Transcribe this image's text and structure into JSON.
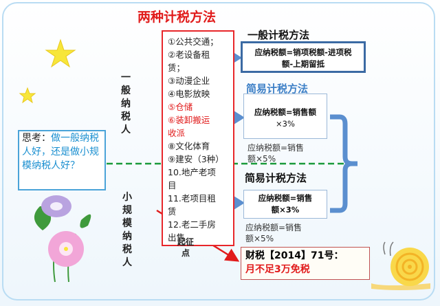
{
  "title": "两种计税方法",
  "general_taxpayer_label": "一般纳税人",
  "small_taxpayer_label": "小规模纳税人",
  "items": [
    {
      "text": "①公共交通；",
      "red": false
    },
    {
      "text": "②老设备租",
      "red": false
    },
    {
      "text": "赁；",
      "red": false
    },
    {
      "text": "③动漫企业",
      "red": false
    },
    {
      "text": "④电影放映",
      "red": false
    },
    {
      "text": "⑤仓储",
      "red": true
    },
    {
      "text": "⑥装卸搬运",
      "red": true
    },
    {
      "text": "收派",
      "red": true
    },
    {
      "text": "⑧文化体育",
      "red": false
    },
    {
      "text": "⑨建安（3种）",
      "red": false
    },
    {
      "text": "10.地产老项",
      "red": false
    },
    {
      "text": "目",
      "red": false
    },
    {
      "text": "11.老项目租",
      "red": false
    },
    {
      "text": "赁",
      "red": false
    },
    {
      "text": "12.老二手房",
      "red": false
    },
    {
      "text": "出售",
      "red": false
    }
  ],
  "general_method": {
    "heading": "一般计税方法",
    "formula_line1": "应纳税额=销项税额-进项税",
    "formula_line2": "额-上期留抵"
  },
  "simple_method_1": {
    "heading": "简易计税方法",
    "formula_line1": "应纳税额=销售额",
    "formula_line2": "×3%",
    "alt_line1": "应纳税额=销售",
    "alt_line2": "额×5%"
  },
  "simple_method_2": {
    "heading": "简易计税方法",
    "formula_line1": "应纳税额=销售",
    "formula_line2": "额×3%",
    "alt_line1": "应纳税额=销售",
    "alt_line2": "额×5%"
  },
  "think": {
    "label": "思考：",
    "question": "做一般纳税人好，还是做小规模纳税人好？"
  },
  "start_point": "起征点",
  "policy": {
    "line1": "财税【2014】71号：",
    "line2": "月不足3万免税"
  },
  "colors": {
    "title_red": "#e11b1b",
    "arrow_blue": "#5b8fcf",
    "box_navy": "#3b6aa3",
    "dashed_green": "#1a9a3a",
    "think_border": "#4aa3d8",
    "star_yellow": "#f7e63a"
  }
}
